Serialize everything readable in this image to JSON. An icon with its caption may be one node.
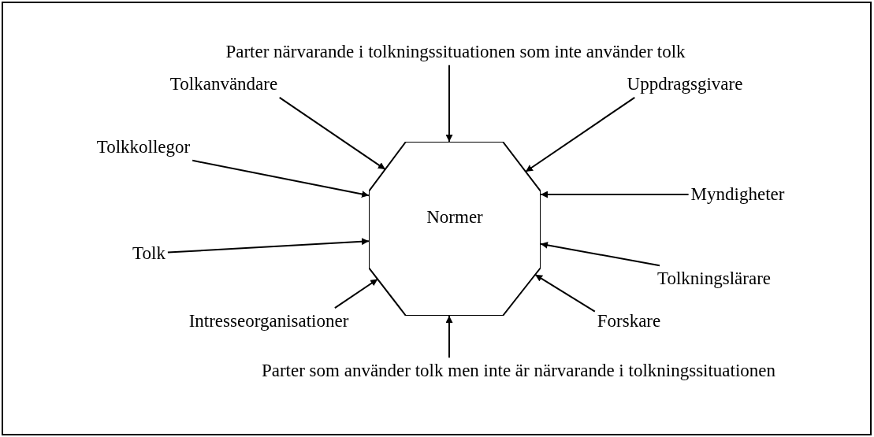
{
  "diagram": {
    "nodes": [
      {
        "text": [
          "Normer"
        ]
      },
      {
        "text": [
          "Parter närvarande i tolkningssituationen som inte använder tolk"
        ]
      },
      {
        "text": [
          "Tolkanvändare"
        ]
      },
      {
        "text": [
          "Uppdragsgivare"
        ]
      },
      {
        "text": [
          "Tolkkollegor"
        ]
      },
      {
        "text": [
          "Myndigheter"
        ]
      },
      {
        "text": [
          "Tolk"
        ]
      },
      {
        "text": [
          "Tolkningslärare"
        ]
      },
      {
        "text": [
          "Intresseorganisationer"
        ]
      },
      {
        "text": [
          "Forskare"
        ]
      },
      {
        "text": [
          "Parter som använder tolk men inte är närvarande i tolkningssituationen"
        ]
      }
    ],
    "edges": [
      {
        "from": 1,
        "to": 0,
        "arrow": "to"
      },
      {
        "from": 2,
        "to": 0,
        "arrow": "to"
      },
      {
        "from": 3,
        "to": 0,
        "arrow": "to"
      },
      {
        "from": 4,
        "to": 0,
        "arrow": "to"
      },
      {
        "from": 5,
        "to": 0,
        "arrow": "to"
      },
      {
        "from": 6,
        "to": 0,
        "arrow": "to"
      },
      {
        "from": 7,
        "to": 0,
        "arrow": "to"
      },
      {
        "from": 8,
        "to": 0,
        "arrow": "to"
      },
      {
        "from": 9,
        "to": 0,
        "arrow": "to"
      },
      {
        "from": 10,
        "to": 0,
        "arrow": "to"
      }
    ]
  }
}
